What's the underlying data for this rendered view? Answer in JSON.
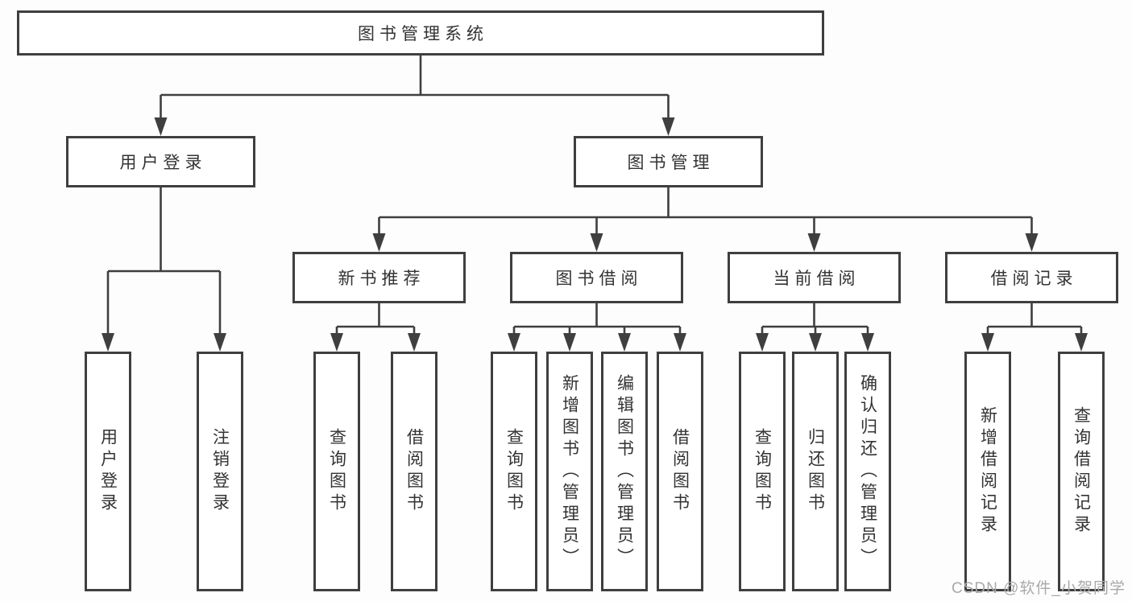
{
  "colors": {
    "line": "#3f3f3f",
    "box_border": "#3f3f3f",
    "text": "#333333",
    "watermark": "#a9a9a9",
    "background": "#ffffff"
  },
  "watermark": {
    "text": "CSDN @软件_小贺同学"
  },
  "diagram": {
    "root": {
      "label": "图书管理系统"
    },
    "user_branch": {
      "label": "用户登录",
      "children": [
        {
          "label": "用户登录"
        },
        {
          "label": "注销登录"
        }
      ]
    },
    "book_branch": {
      "label": "图书管理",
      "sections": [
        {
          "label": "新书推荐",
          "children": [
            {
              "label": "查询图书"
            },
            {
              "label": "借阅图书"
            }
          ]
        },
        {
          "label": "图书借阅",
          "children": [
            {
              "label": "查询图书"
            },
            {
              "label": "新增图书（管理员）"
            },
            {
              "label": "编辑图书（管理员）"
            },
            {
              "label": "借阅图书"
            }
          ]
        },
        {
          "label": "当前借阅",
          "children": [
            {
              "label": "查询图书"
            },
            {
              "label": "归还图书"
            },
            {
              "label": "确认归还（管理员）"
            }
          ]
        },
        {
          "label": "借阅记录",
          "children": [
            {
              "label": "新增借阅记录"
            },
            {
              "label": "查询借阅记录"
            }
          ]
        }
      ]
    }
  }
}
